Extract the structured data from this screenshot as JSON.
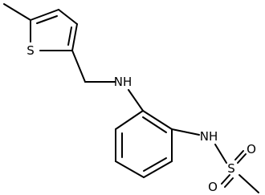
{
  "molecule": {
    "atoms": {
      "sulfur_thiophene": "S",
      "amine_linker": "NH",
      "amine_sulfonamide": "NH",
      "sulfur_sulfonyl": "S",
      "oxygen_upper": "O",
      "oxygen_lower": "O"
    }
  }
}
